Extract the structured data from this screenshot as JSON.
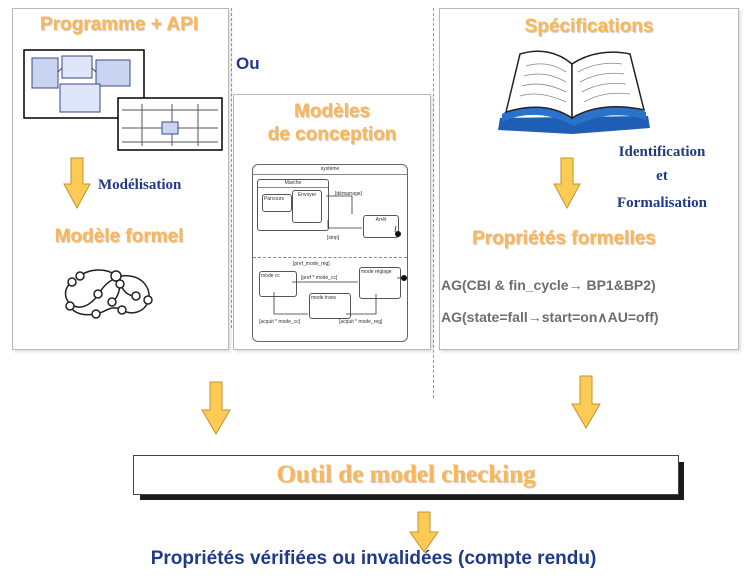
{
  "left_panel": {
    "title": "Programme + API",
    "step_label": "Modélisation",
    "result": "Modèle formel"
  },
  "or_label": "Ou",
  "center_panel": {
    "title_line1": "Modèles",
    "title_line2": "de conception",
    "statechart": {
      "header": "système",
      "top_region": "Marche",
      "state_a": "Parcours",
      "state_b": "Envoyer",
      "state_c": "Arrêt",
      "trans_1": "[démarrage]",
      "trans_2": "[stop]",
      "state_bottom_left": "mode cc",
      "state_bottom_right": "mode réglage",
      "state_bottom_mid": "mode trans",
      "guard_top": "[pref_mode_reg]",
      "guard_mid": "[pref * mode_cc]",
      "guard_bl": "[acquit * mode_cc]",
      "guard_br": "[acquit * mode_reg]"
    }
  },
  "right_panel": {
    "title": "Spécifications",
    "step_line1": "Identification",
    "step_line2": "et",
    "step_line3": "Formalisation",
    "result": "Propriétés formelles",
    "formula1": "AG(CBI & fin_cycle→ BP1&BP2)",
    "formula2": "AG(state=fall→start=on∧AU=off)"
  },
  "tool_box": "Outil de model checking",
  "output_label": "Propriétés vérifiées ou invalidées (compte rendu)",
  "colors": {
    "orange_text": "#f9b65a",
    "arrow_fill": "#fccb55",
    "arrow_stroke": "#c7912a",
    "navy_text": "#1f3a86",
    "book_blue": "#1e5fb5"
  }
}
